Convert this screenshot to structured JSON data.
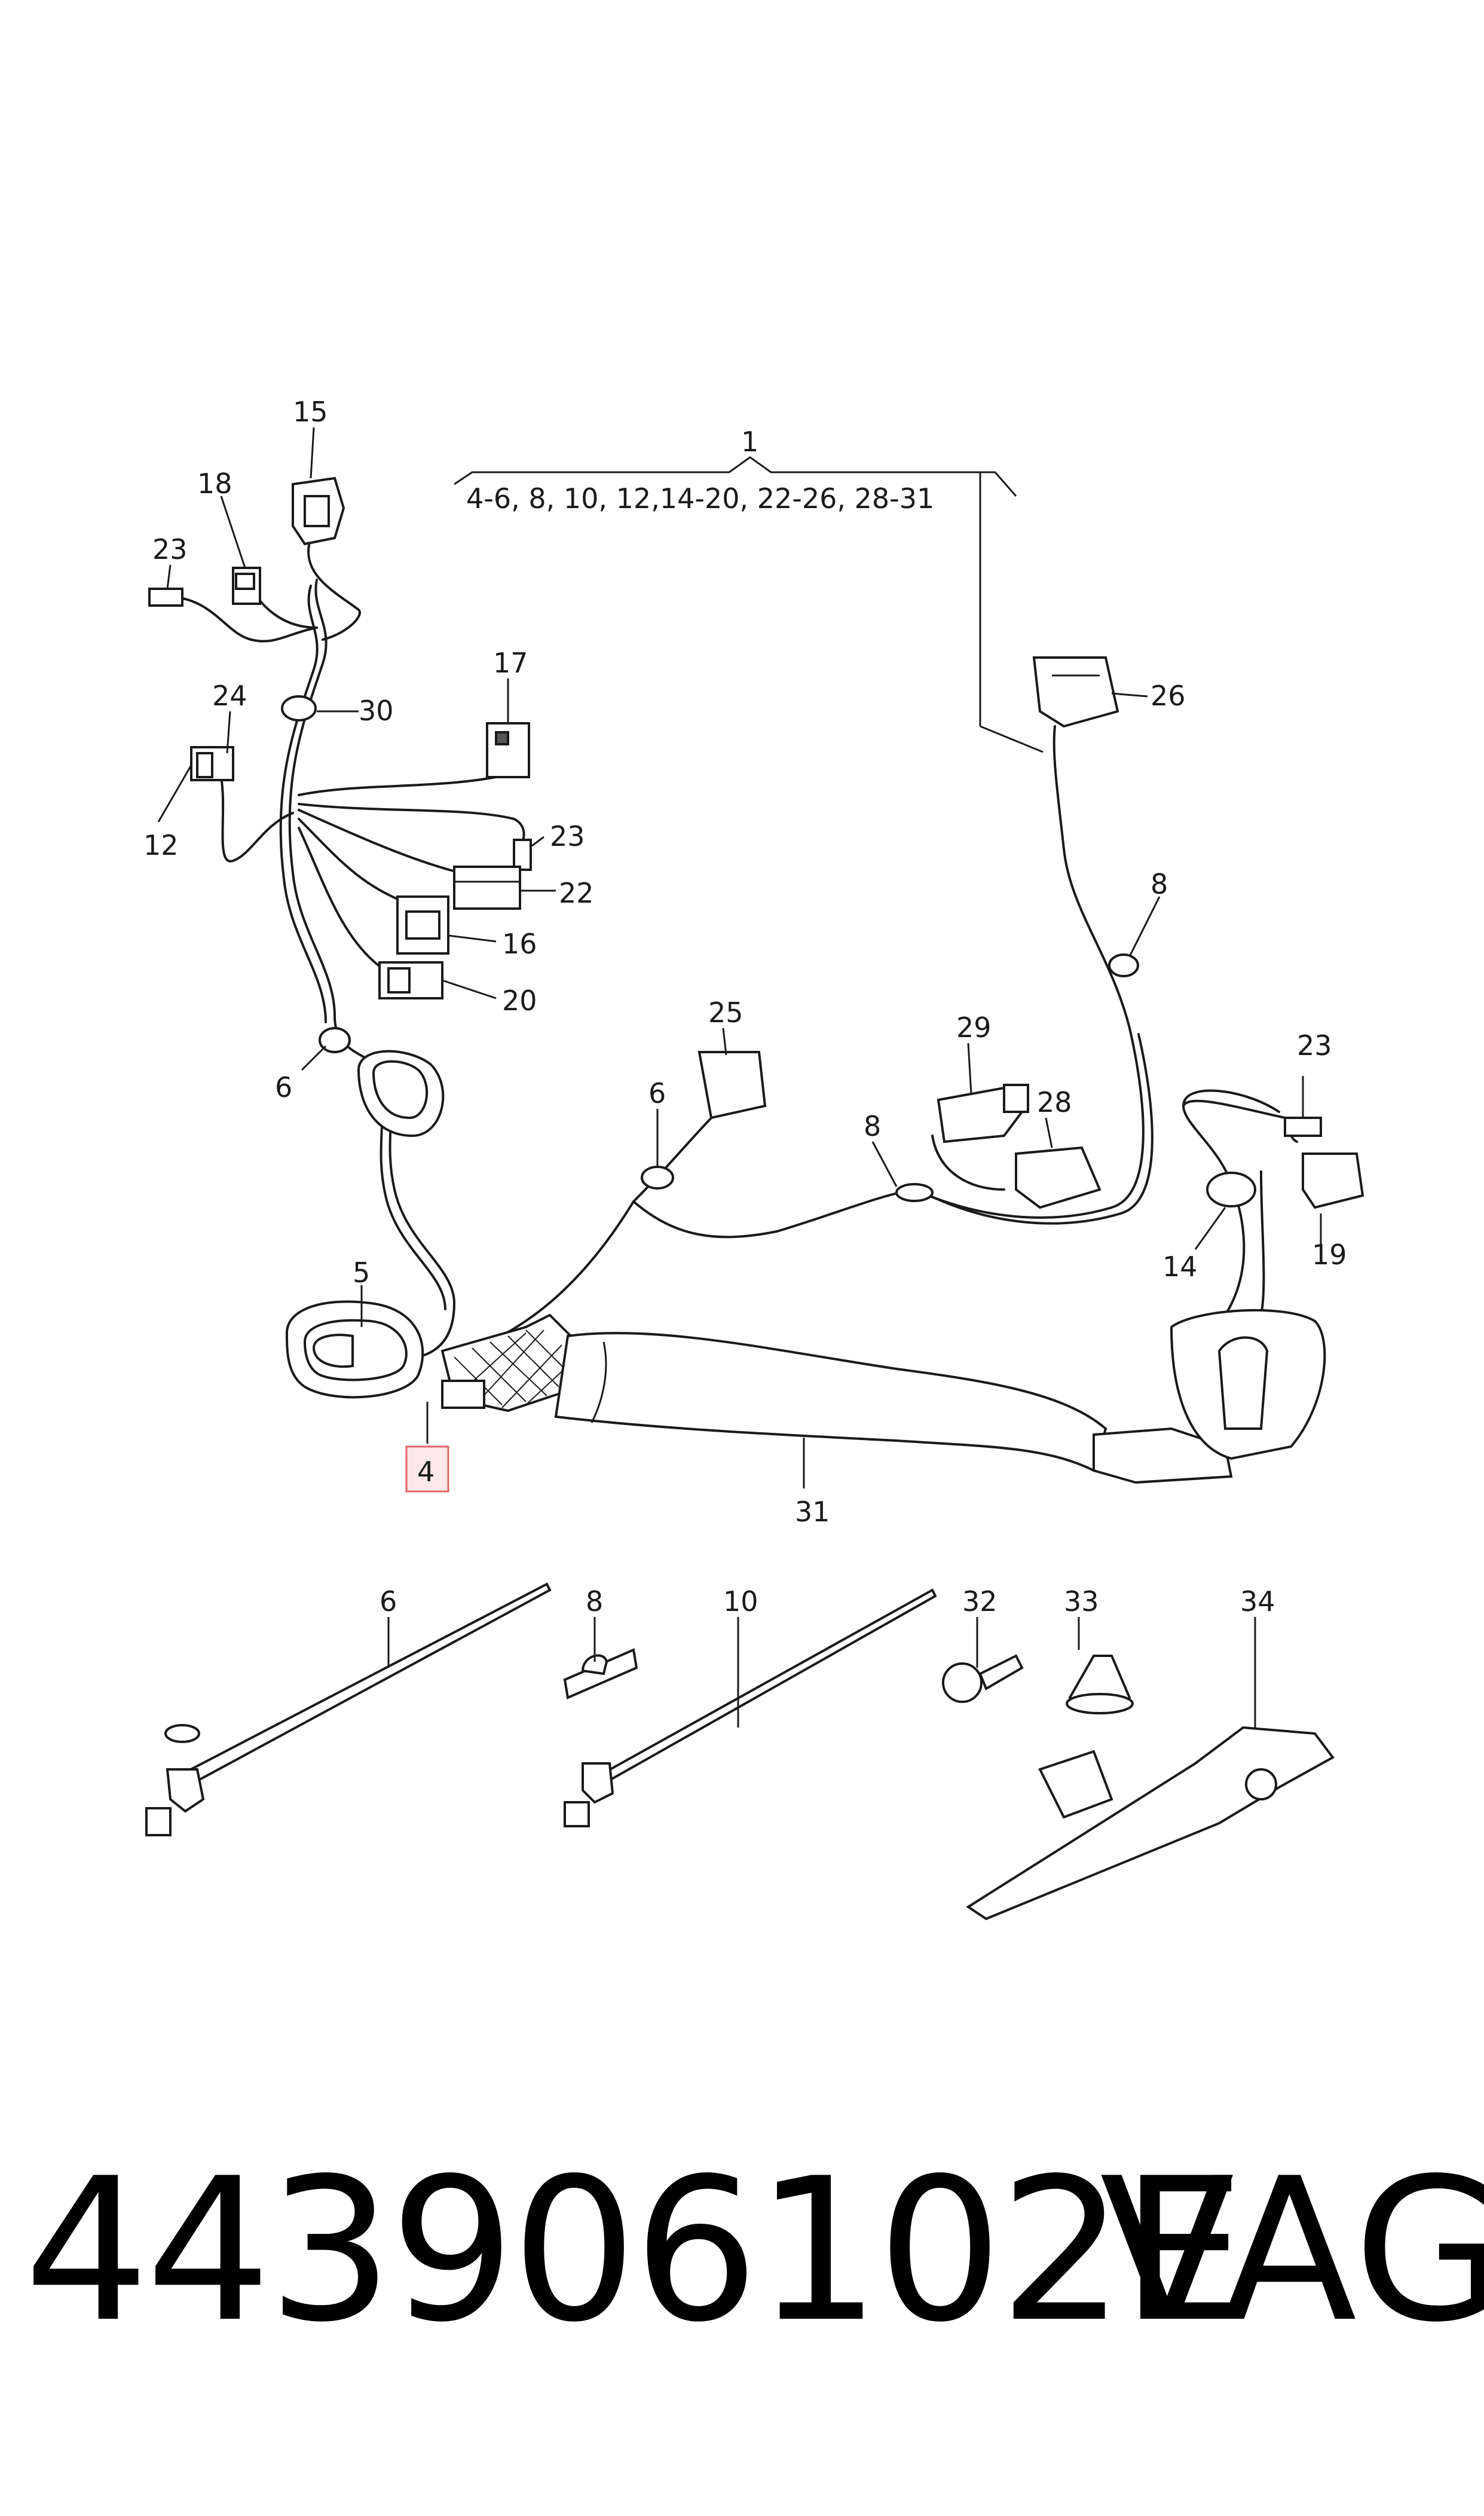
{
  "callouts": {
    "c1": "1",
    "c1_range": "4-6, 8, 10, 12,14-20, 22-26, 28-31",
    "c15": "15",
    "c18": "18",
    "c23a": "23",
    "c24": "24",
    "c30": "30",
    "c12": "12",
    "c17": "17",
    "c23b": "23",
    "c22": "22",
    "c16": "16",
    "c20": "20",
    "c26": "26",
    "c8a": "8",
    "c6a": "6",
    "c25": "25",
    "c6b": "6",
    "c29": "29",
    "c8b": "8",
    "c28": "28",
    "c23c": "23",
    "c19": "19",
    "c14": "14",
    "c5": "5",
    "c4": "4",
    "c31": "31",
    "c6c": "6",
    "c8c": "8",
    "c10": "10",
    "c32": "32",
    "c33": "33",
    "c34": "34"
  },
  "highlight_color": "#e06666",
  "footer": {
    "part_number": "443906102E",
    "brand": "VAG"
  }
}
